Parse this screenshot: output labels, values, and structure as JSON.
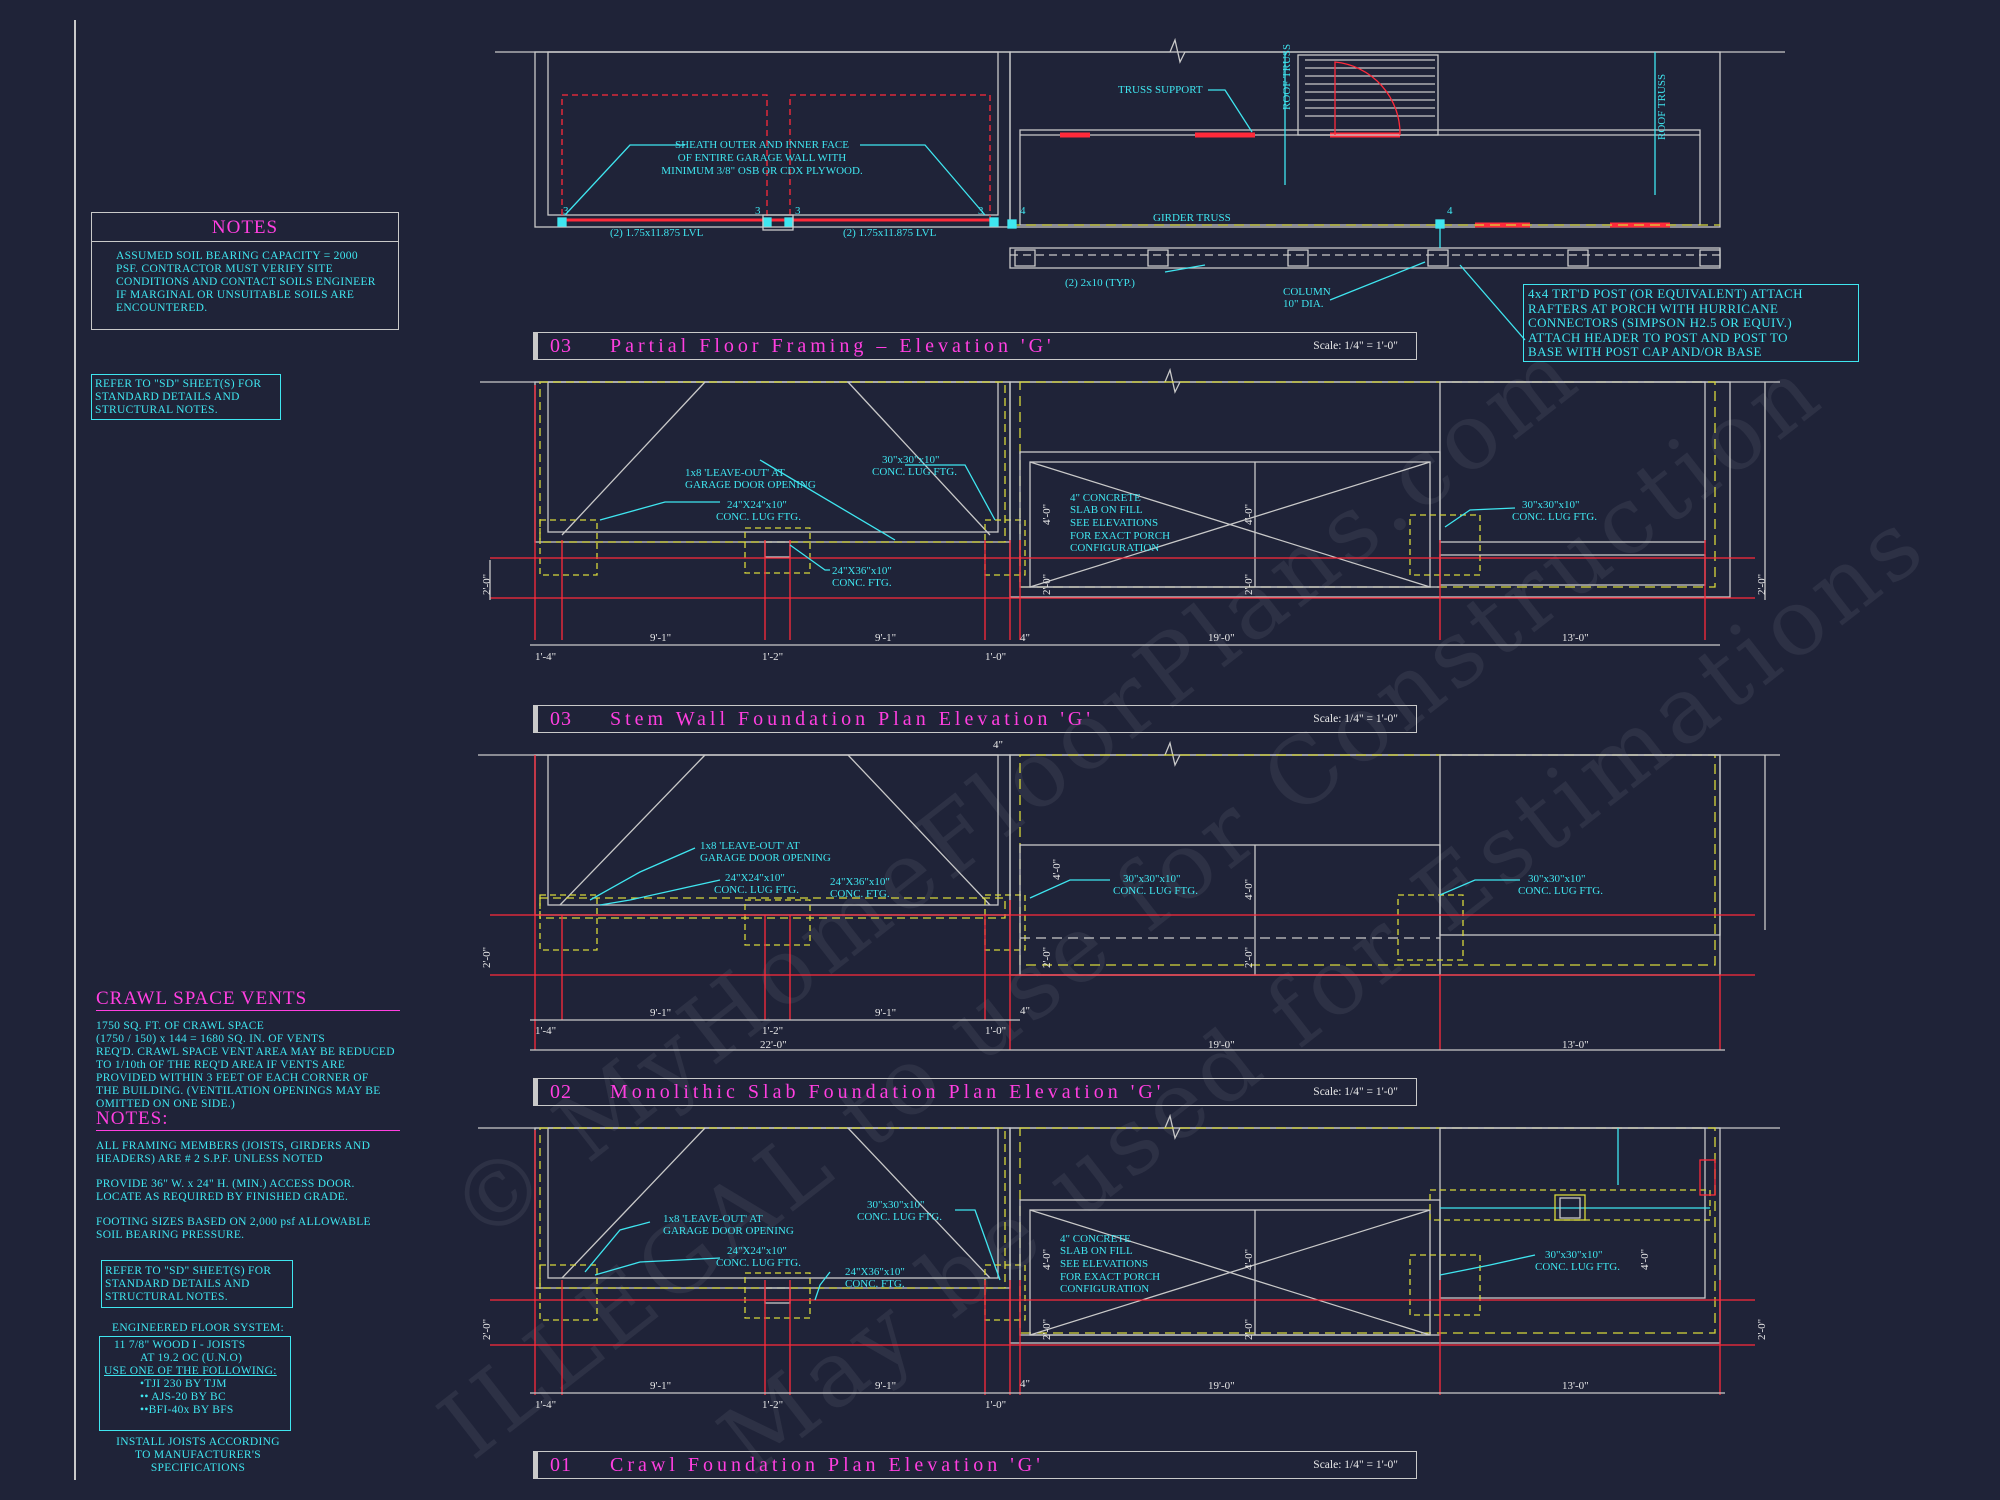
{
  "notes_box": {
    "title": "NOTES",
    "body": [
      "ASSUMED SOIL BEARING CAPACITY = 2000",
      "PSF.  CONTRACTOR MUST VERIFY SITE",
      "CONDITIONS AND CONTACT SOILS ENGINEER",
      "IF MARGINAL OR UNSUITABLE SOILS ARE",
      "ENCOUNTERED."
    ]
  },
  "refer_top": [
    "REFER TO \"SD\" SHEET(S) FOR",
    "STANDARD DETAILS AND",
    "STRUCTURAL NOTES."
  ],
  "crawl_vents": {
    "title": "CRAWL SPACE VENTS",
    "body": [
      "1750 SQ. FT. OF CRAWL SPACE",
      "(1750 / 150) x 144 = 1680 SQ. IN. OF VENTS",
      "REQ'D. CRAWL SPACE VENT AREA MAY BE REDUCED",
      "TO 1/10th OF THE REQ'D AREA IF VENTS ARE",
      "PROVIDED WITHIN 3 FEET OF EACH CORNER OF",
      "THE BUILDING.  (VENTILATION OPENINGS MAY BE",
      "OMITTED ON ONE SIDE.)"
    ]
  },
  "notes2": {
    "title": "NOTES:",
    "para1": [
      "ALL FRAMING MEMBERS (JOISTS, GIRDERS AND",
      "HEADERS) ARE # 2 S.P.F. UNLESS NOTED"
    ],
    "para2": [
      "PROVIDE 36\" W. x 24\" H. (MIN.) ACCESS DOOR.",
      "LOCATE AS REQUIRED BY FINISHED GRADE."
    ],
    "para3": [
      "FOOTING SIZES BASED ON 2,000 psf ALLOWABLE",
      "SOIL BEARING PRESSURE."
    ]
  },
  "refer_bottom": [
    "REFER TO \"SD\" SHEET(S) FOR",
    "STANDARD DETAILS AND",
    "STRUCTURAL NOTES."
  ],
  "engineered": {
    "title": "ENGINEERED FLOOR SYSTEM:",
    "lines": [
      "11 7/8\" WOOD I - JOISTS",
      "AT 19.2 OC (U.N.O)",
      "USE ONE OF THE FOLLOWING:",
      "•TJI 230 BY TJM",
      "•• AJS-20 BY BC",
      "••BFI-40x BY BFS"
    ],
    "footer": [
      "INSTALL JOISTS ACCORDING",
      "TO MANUFACTURER'S SPECIFICATIONS"
    ]
  },
  "post_note": [
    "4x4 TRT'D POST (OR EQUIVALENT) ATTACH",
    "RAFTERS AT PORCH WITH HURRICANE",
    "CONNECTORS (SIMPSON H2.5 OR EQUIV.)",
    "ATTACH HEADER TO POST AND POST TO",
    "BASE WITH POST CAP AND/OR BASE"
  ],
  "titles": [
    {
      "num": "03",
      "title": "Partial  Floor  Framing  –  Elevation  'G'",
      "scale": "Scale: 1/4\" = 1'-0\""
    },
    {
      "num": "03",
      "title": "Stem  Wall  Foundation  Plan  Elevation  'G'",
      "scale": "Scale: 1/4\" = 1'-0\""
    },
    {
      "num": "02",
      "title": "Monolithic  Slab  Foundation  Plan  Elevation  'G'",
      "scale": "Scale: 1/4\" = 1'-0\""
    },
    {
      "num": "01",
      "title": "Crawl  Foundation  Plan  Elevation  'G'",
      "scale": "Scale: 1/4\" = 1'-0\""
    }
  ],
  "framing": {
    "sheath_note": [
      "SHEATH OUTER AND INNER FACE",
      "OF ENTIRE GARAGE WALL WITH",
      "MINIMUM 3/8\" OSB OR CDX PLYWOOD."
    ],
    "lvl_left": "(2) 1.75x11.875 LVL",
    "lvl_right": "(2) 1.75x11.875 LVL",
    "truss_support": "TRUSS SUPPORT",
    "roof_truss": "ROOF TRUSS",
    "girder_truss": "GIRDER TRUSS",
    "two_2x10": "(2) 2x10 (TYP.)",
    "column": [
      "COLUMN",
      "10\" DIA."
    ],
    "bearing_3": "3",
    "bearing_4": "4"
  },
  "plan_labels": {
    "leave_out": [
      "1x8 'LEAVE-OUT' AT",
      "GARAGE DOOR OPENING"
    ],
    "lug_24": [
      "24\"X24\"x10\"",
      "CONC. LUG FTG."
    ],
    "ftg_24x36": [
      "24\"X36\"x10\"",
      "CONC. FTG."
    ],
    "lug_30": [
      "30\"x30\"x10\"",
      "CONC. LUG FTG."
    ],
    "slab": [
      "4\" CONCRETE",
      "SLAB ON FILL",
      "SEE ELEVATIONS",
      "FOR EXACT PORCH",
      "CONFIGURATION"
    ]
  },
  "dims": {
    "d_9_1": "9'-1\"",
    "d_1_4": "1'-4\"",
    "d_1_2": "1'-2\"",
    "d_1_0": "1'-0\"",
    "d_4in": "4\"",
    "d_19_0": "19'-0\"",
    "d_13_0": "13'-0\"",
    "d_22_0": "22'-0\"",
    "d_2_0": "2'-0\"",
    "d_4_0": "4'-0\""
  },
  "watermarks": [
    "© MyHomeFloorPlans.com",
    "ILLEGAL to use for Construction",
    "May be used for Estimations"
  ],
  "colors": {
    "background": "#1f2338",
    "cyan": "#3fe6f0",
    "magenta": "#ff3fe0",
    "red": "#ff2a3a",
    "yellow": "#d8d83a",
    "white": "#c9c9c9"
  }
}
